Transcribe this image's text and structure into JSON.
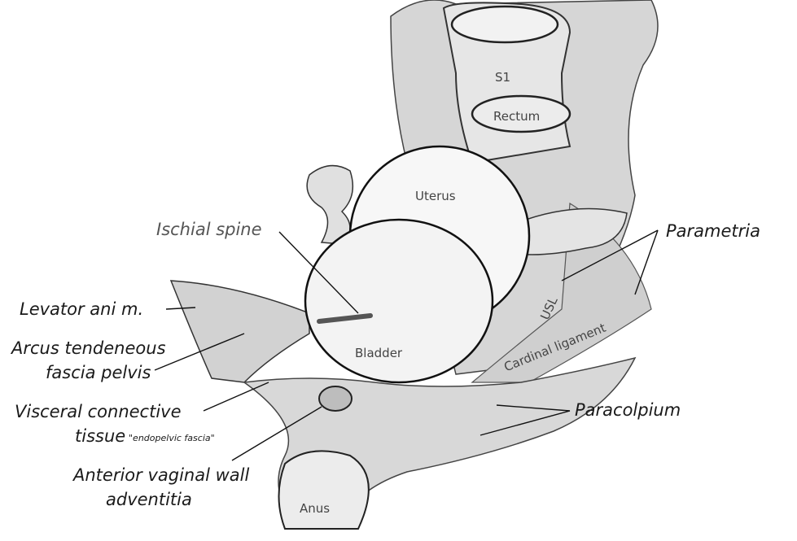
{
  "labels": {
    "parametria": "Parametria",
    "ischial_spine": "Ischial spine",
    "levator_ani": "Levator ani m.",
    "arcus_line1": "Arcus tendeneous",
    "arcus_line2": "fascia pelvis",
    "visceral_line1": "Visceral connective",
    "visceral_line2": "tissue",
    "visceral_note": "\"endopelvic fascia\"",
    "anterior_line1": "Anterior vaginal wall",
    "anterior_line2": "adventitia",
    "paracolpium": "Paracolpium"
  },
  "structures": {
    "s1": "S1",
    "rectum": "Rectum",
    "uterus": "Uterus",
    "bladder": "Bladder",
    "usl": "USL",
    "cardinal_ligament": "Cardinal ligament",
    "anus": "Anus"
  },
  "colors": {
    "ink": "#1a1a1a",
    "tissue_fill": "#dcdcdc",
    "tissue_dark": "#9a9a9a",
    "organ_fill": "#f4f4f4"
  }
}
